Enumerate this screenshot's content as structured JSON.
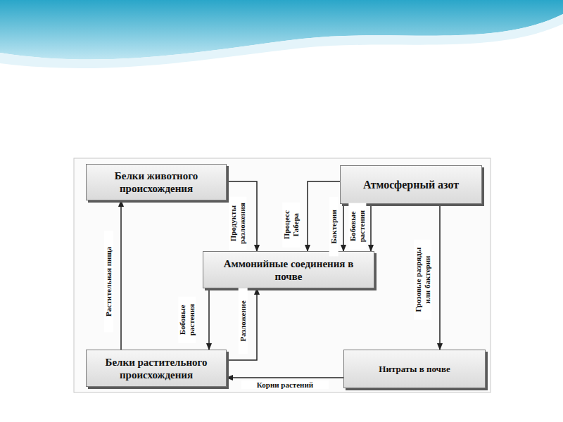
{
  "diagram": {
    "nodes": [
      {
        "text": [
          "Белки животного происхождения"
        ]
      },
      {
        "text": [
          "Атмосферный азот"
        ]
      },
      {
        "text": [
          "Аммонийные соединения в почве"
        ]
      },
      {
        "text": [
          "Белки растительного происхождения"
        ]
      },
      {
        "text": [
          "Нитраты в почве"
        ]
      }
    ],
    "edges": [
      {
        "from": 0,
        "to": 2,
        "label": "Продукты разложения",
        "arrow": "to"
      },
      {
        "from": 1,
        "to": 2,
        "label": "Процесс Габера",
        "arrow": "to"
      },
      {
        "from": 1,
        "to": 2,
        "label": "Бактерии",
        "arrow": "to"
      },
      {
        "from": 1,
        "to": 2,
        "label": "Бобовые растения",
        "arrow": "to"
      },
      {
        "from": 1,
        "to": 4,
        "label": "Грозовые разряды или бактерии",
        "arrow": "to"
      },
      {
        "from": 2,
        "to": 3,
        "label": "Бобовые растения",
        "arrow": "to"
      },
      {
        "from": 3,
        "to": 2,
        "label": "Разложение",
        "arrow": "to"
      },
      {
        "from": 3,
        "to": 0,
        "label": "Растительная пища",
        "arrow": "to"
      },
      {
        "from": 4,
        "to": 3,
        "label": "Корни растений",
        "arrow": "to"
      }
    ]
  }
}
